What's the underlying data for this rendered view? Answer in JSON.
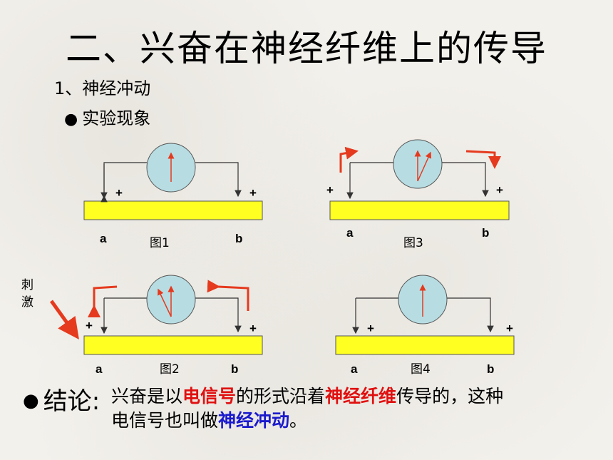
{
  "title": "二、兴奋在神经纤维上的传导",
  "section": "1、神经冲动",
  "bullet_item": "实验现象",
  "stimulus": [
    "刺",
    "激"
  ],
  "figures": [
    {
      "caption": "图1",
      "a": "a",
      "b": "b",
      "sign_left": "+",
      "sign_right": "+"
    },
    {
      "caption": "图3",
      "a": "a",
      "b": "b",
      "sign_left": "+",
      "sign_right": "+"
    },
    {
      "caption": "图2",
      "a": "a",
      "b": "b",
      "sign_left": "+",
      "sign_right": "+"
    },
    {
      "caption": "图4",
      "a": "a",
      "b": "b",
      "sign_left": "+",
      "sign_right": "+"
    }
  ],
  "conclusion": {
    "head": "结论",
    "colon": ":",
    "line1_a": "兴奋是以",
    "line1_b": "电信号",
    "line1_c": "的形式沿着",
    "line1_d": "神经纤维",
    "line1_e": "传导的，这种",
    "line2_a": "电信号也叫做",
    "line2_b": "神经冲动",
    "line2_c": "。"
  },
  "colors": {
    "fiber": "#ffff22",
    "meter": "#b7dde3",
    "arrow": "#e53a1e",
    "emph_red": "#e01010",
    "emph_blue": "#1a1acc"
  }
}
